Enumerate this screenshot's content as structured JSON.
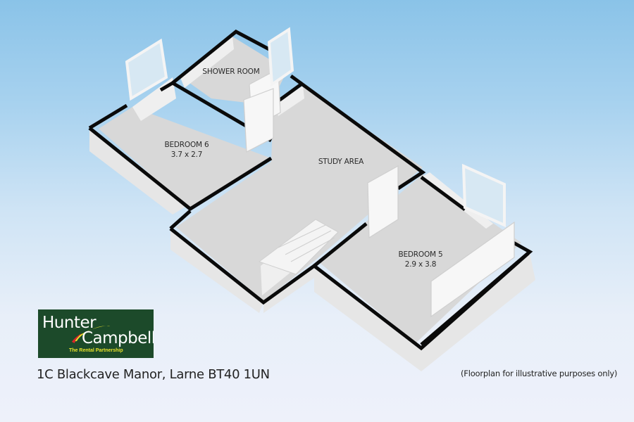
{
  "floorplan": {
    "rooms": [
      {
        "name": "SHOWER ROOM",
        "dimensions": ""
      },
      {
        "name": "BEDROOM 6",
        "dimensions": "3.7 x 2.7"
      },
      {
        "name": "STUDY AREA",
        "dimensions": ""
      },
      {
        "name": "BEDROOM 5",
        "dimensions": "2.9 x 3.8"
      }
    ]
  },
  "logo": {
    "line1": "Hunter",
    "line2": "Campbell",
    "tagline": "The Rental Partnership",
    "bg_color": "#1c4a2a",
    "accent_colors": [
      "#e8e22a",
      "#d8232a"
    ]
  },
  "footer": {
    "address": "1C Blackcave Manor, Larne BT40 1UN",
    "disclaimer": "(Floorplan for illustrative purposes only)"
  }
}
